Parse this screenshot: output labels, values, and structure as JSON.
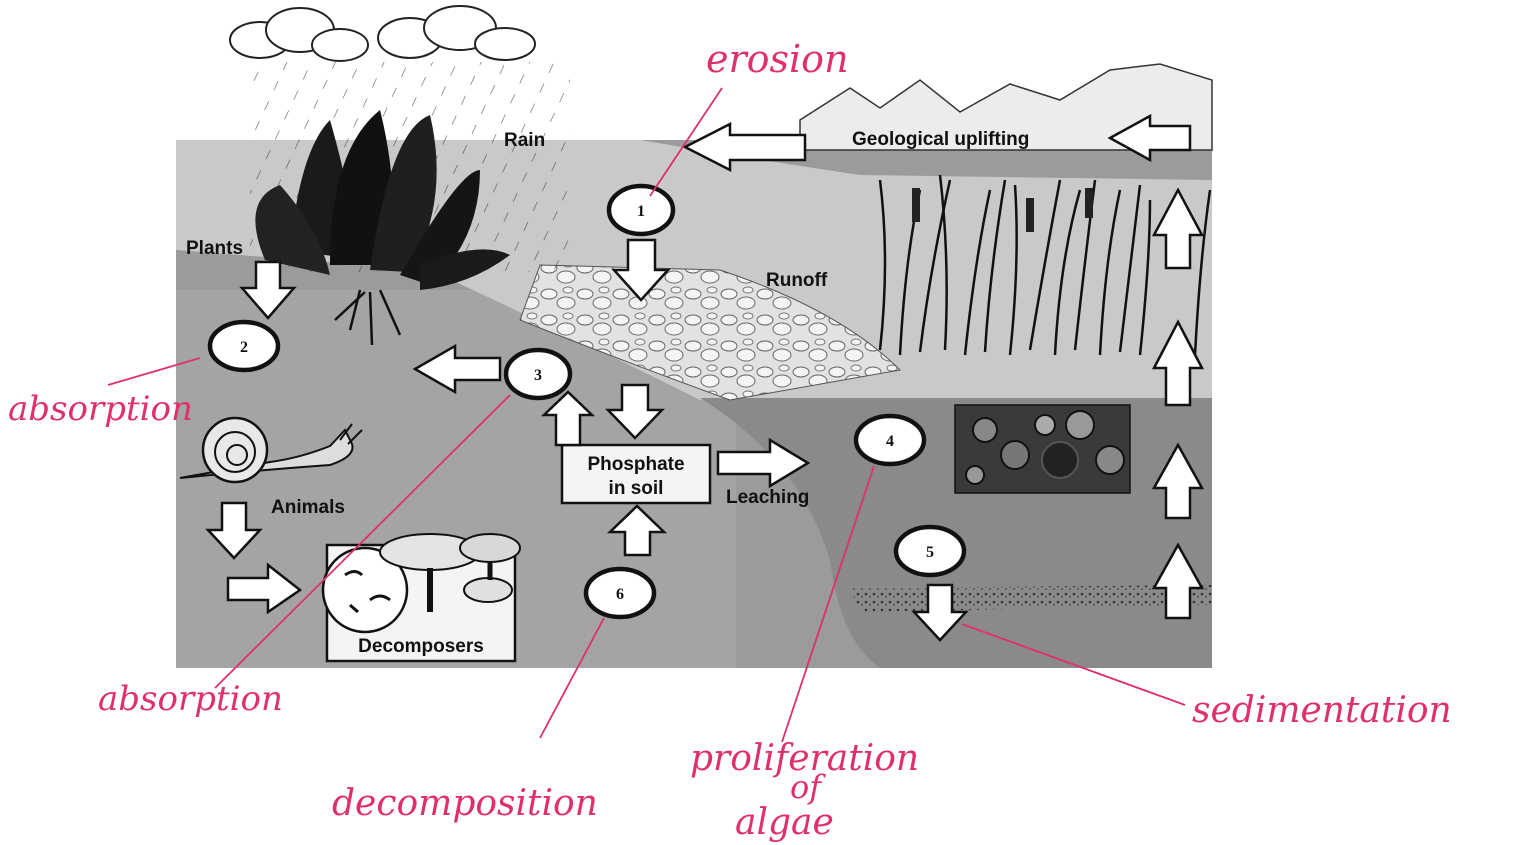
{
  "diagram": {
    "labels": {
      "rain": "Rain",
      "geological_uplifting": "Geological uplifting",
      "plants": "Plants",
      "runoff": "Runoff",
      "animals": "Animals",
      "phosphate_line1": "Phosphate",
      "phosphate_line2": "in soil",
      "leaching": "Leaching",
      "decomposers": "Decomposers"
    },
    "steps": [
      "1",
      "2",
      "3",
      "4",
      "5",
      "6"
    ]
  },
  "annotations": {
    "erosion": "erosion",
    "absorption_2": "absorption",
    "absorption_3": "absorption",
    "decomposition": "decomposition",
    "proliferation_line1": "proliferation",
    "proliferation_line2": "of",
    "proliferation_line3": "algae",
    "sedimentation": "sedimentation"
  },
  "colors": {
    "annotation": "#e0306a",
    "diagram_ink": "#111111"
  }
}
